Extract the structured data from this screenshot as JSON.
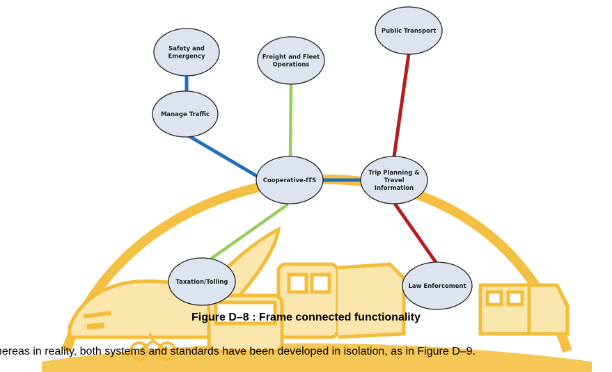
{
  "diagram": {
    "nodes": {
      "safety": [
        "Safety and",
        "Emergency"
      ],
      "freight": [
        "Freight and Fleet",
        "Operations"
      ],
      "public_transport": [
        "Public Transport"
      ],
      "manage_traffic": [
        "Manage Traffic"
      ],
      "cits": [
        "Cooperative-ITS"
      ],
      "trip_planning": [
        "Trip Planning &",
        "Travel",
        "Information"
      ],
      "taxation": [
        "Taxation/Tolling"
      ],
      "law": [
        "Law Enforcement"
      ]
    },
    "colors": {
      "blue": "#1f6fc0",
      "green": "#93cf5b",
      "red": "#b51c1c",
      "node_fill": "#dde4f0",
      "node_stroke": "#222222",
      "arch": "#f3bd3a"
    }
  },
  "caption": "Figure D–8 : Frame connected functionality",
  "body_text": "hereas in reality, both systems and standards have been developed in isolation, as in Figure D–9."
}
